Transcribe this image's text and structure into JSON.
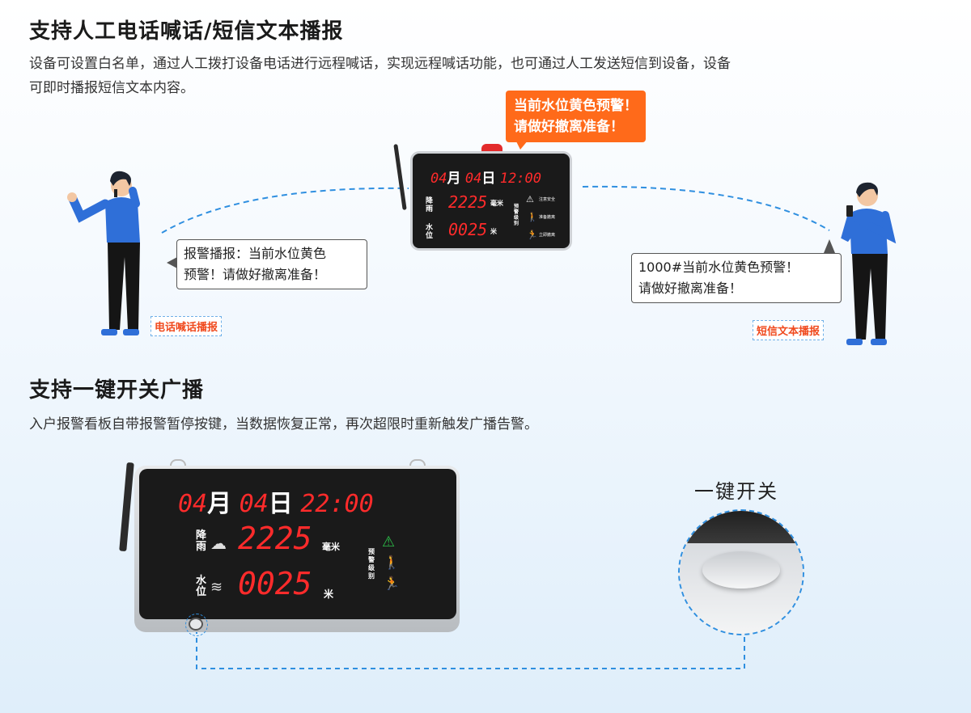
{
  "section1": {
    "title": "支持人工电话喊话/短信文本播报",
    "desc_line1": "设备可设置白名单，通过人工拨打设备电话进行远程喊话，实现远程喊话功能，也可通过人工发送短信到设备，设备",
    "desc_line2": "可即时播报短信文本内容。"
  },
  "alert_bubble": {
    "line1": "当前水位黄色预警！",
    "line2": "请做好撤离准备！"
  },
  "left_bubble": {
    "line1": "报警播报：当前水位黄色",
    "line2": "预警！请做好撤离准备！"
  },
  "right_bubble": {
    "line1": "1000#当前水位黄色预警！",
    "line2": "请做好撤离准备！"
  },
  "left_tag": "电话喊话播报",
  "right_tag": "短信文本播报",
  "small_board": {
    "month": "04",
    "month_unit": "月",
    "day": "04",
    "day_unit": "日",
    "time": "12:00",
    "rain_label": "降雨",
    "rain_value": "2225",
    "rain_unit": "毫米",
    "water_label": "水位",
    "water_value": "0025",
    "water_unit": "米",
    "level_label": "预警级别",
    "levels": [
      "注意安全",
      "准备撤离",
      "立即撤离"
    ]
  },
  "section2": {
    "title": "支持一键开关广播",
    "desc": "入户报警看板自带报警暂停按键，当数据恢复正常，再次超限时重新触发广播告警。"
  },
  "big_board": {
    "month": "04",
    "month_unit": "月",
    "day": "04",
    "day_unit": "日",
    "time": "22:00",
    "rain_label": "降雨",
    "rain_value": "2225",
    "rain_unit": "毫米",
    "water_label": "水位",
    "water_value": "0025",
    "water_unit": "米",
    "level_label": "预警级别"
  },
  "switch_label": "一键开关",
  "colors": {
    "accent_orange": "#ff6a1a",
    "led_red": "#ff2b2b",
    "tag_red": "#f04a1e",
    "dash_blue": "#2f8fe0"
  }
}
